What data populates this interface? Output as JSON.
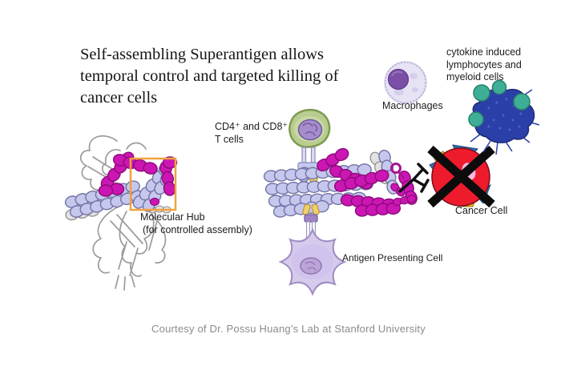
{
  "title": {
    "lines": [
      "Self-assembling Superantigen allows",
      "temporal control and targeted killing of",
      "cancer cells"
    ]
  },
  "labels": {
    "cytokine": {
      "lines": [
        "cytokine induced",
        "lymphocytes and",
        "myeloid cells"
      ]
    },
    "macrophages": "Macrophages",
    "t_cells": {
      "lines": [
        "CD4⁺ and CD8⁺",
        "T cells"
      ]
    },
    "molecular_hub": {
      "lines": [
        "Molecular Hub",
        "(for controlled assembly)"
      ]
    },
    "cancer_cell": "Cancer Cell",
    "apc": "Antigen Presenting Cell"
  },
  "footer": {
    "courtesy": "Courtesy of Dr. Possu Huang’s Lab at Stanford University"
  },
  "graphics": {
    "icons": [
      "left-protein-structure-graphic",
      "molecular-hub-box",
      "t-cell-graphic",
      "superantigen-complex-graphic",
      "antibody-icon",
      "cancer-cell-graphic",
      "cancer-cross-icon",
      "antigen-presenting-cell-graphic",
      "macrophage-graphic",
      "lymphocyte-myeloid-cell-graphic"
    ],
    "colors": {
      "helix_magenta": "#cb16b3",
      "helix_lavender": "#c6c7ec",
      "ribbon_gray": "#9b9b9b",
      "hub_box_orange": "#f2a13e",
      "t_cell_green": "#b9cd90",
      "nucleus_purple": "#a78ecb",
      "macrophage_body": "#e7e3f4",
      "macrophage_nucleus": "#7b4fa5",
      "myeloid_blue": "#2b3fa8",
      "myeloid_teal": "#3fae96",
      "cancer_red": "#ee1b2d",
      "cancer_blue": "#2e72b4",
      "cancer_yellow": "#f2c01e",
      "cross_black": "#0c0c0c",
      "apc_lavender": "#d6cbec"
    }
  }
}
